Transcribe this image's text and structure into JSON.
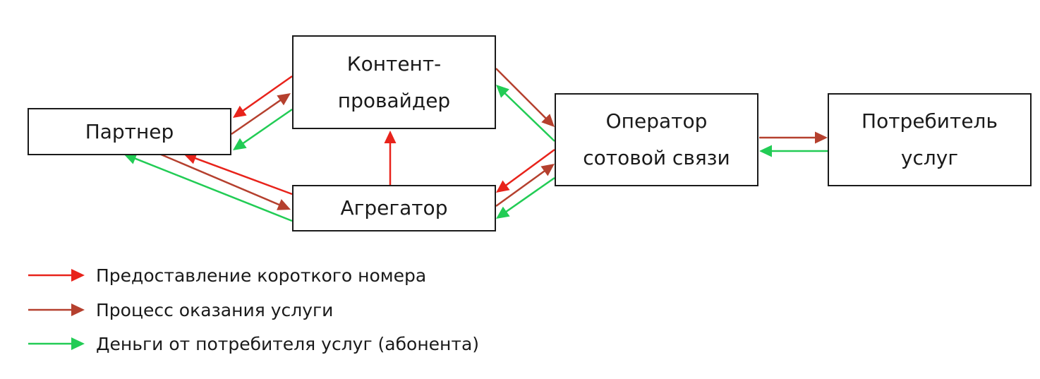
{
  "colors": {
    "short_number": "#e8231b",
    "service_process": "#b5402e",
    "money": "#22cc55",
    "border": "#1a1a1a",
    "text": "#1a1a1a"
  },
  "nodes": {
    "partner": {
      "label": "Партнер"
    },
    "content_provider": {
      "label": "Контент-\nпровайдер"
    },
    "aggregator": {
      "label": "Агрегатор"
    },
    "operator": {
      "label": "Оператор\nсотовой связи"
    },
    "consumer": {
      "label": "Потребитель\nуслуг"
    }
  },
  "edges": [
    {
      "from": "content_provider",
      "to": "partner",
      "kind": "short_number"
    },
    {
      "from": "partner",
      "to": "content_provider",
      "kind": "service_process"
    },
    {
      "from": "content_provider",
      "to": "partner",
      "kind": "money"
    },
    {
      "from": "aggregator",
      "to": "partner",
      "kind": "short_number"
    },
    {
      "from": "partner",
      "to": "aggregator",
      "kind": "service_process"
    },
    {
      "from": "aggregator",
      "to": "partner",
      "kind": "money"
    },
    {
      "from": "aggregator",
      "to": "content_provider",
      "kind": "short_number"
    },
    {
      "from": "content_provider",
      "to": "operator",
      "kind": "service_process"
    },
    {
      "from": "operator",
      "to": "content_provider",
      "kind": "money"
    },
    {
      "from": "operator",
      "to": "aggregator",
      "kind": "short_number"
    },
    {
      "from": "aggregator",
      "to": "operator",
      "kind": "service_process"
    },
    {
      "from": "operator",
      "to": "aggregator",
      "kind": "money"
    },
    {
      "from": "operator",
      "to": "consumer",
      "kind": "service_process"
    },
    {
      "from": "consumer",
      "to": "operator",
      "kind": "money"
    }
  ],
  "legend": [
    {
      "kind": "short_number",
      "label": "Предоставление короткого номера"
    },
    {
      "kind": "service_process",
      "label": "Процесс оказания  услуги"
    },
    {
      "kind": "money",
      "label": "Деньги от потребителя услуг (абонента)"
    }
  ]
}
